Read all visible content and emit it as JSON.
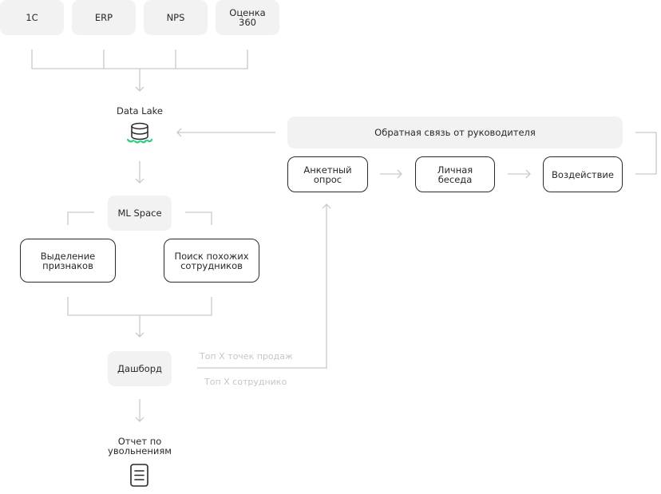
{
  "sources": [
    "1С",
    "ERP",
    "NPS",
    "Оценка\n360"
  ],
  "data_lake": {
    "label": "Data Lake",
    "icon": "database-icon",
    "accent": "#26d07c"
  },
  "ml_space": {
    "label": "ML Space"
  },
  "features": {
    "label": "Выделение\nпризнаков"
  },
  "similar": {
    "label": "Поиск похожих\nсотрудников"
  },
  "dashboard": {
    "label": "Дашборд"
  },
  "dashboard_outputs": [
    "Топ X точек продаж",
    "Топ X сотруднико"
  ],
  "report": {
    "label": "Отчет по\nувольнениям",
    "icon": "document-icon"
  },
  "feedback": {
    "label": "Обратная связь от руководителя"
  },
  "process": [
    "Анкетный\nопрос",
    "Личная\nбеседа",
    "Воздействие"
  ],
  "colors": {
    "line": "#c8c9cc",
    "box_fill": "#f2f2f3",
    "border": "#2b2b2e",
    "faint_text": "#c4c6c9"
  }
}
